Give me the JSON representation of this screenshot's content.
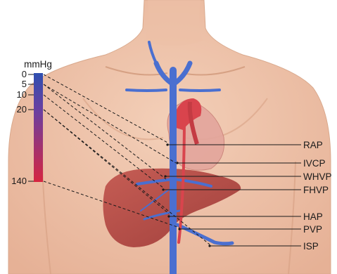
{
  "scale": {
    "unit": "mmHg",
    "ticks": [
      {
        "label": "0",
        "value": 0
      },
      {
        "label": "5",
        "value": 5
      },
      {
        "label": "10",
        "value": 10
      },
      {
        "label": "20",
        "value": 20
      },
      {
        "label": "140",
        "value": 140
      }
    ],
    "gradient_top_color": "#2f4fb0",
    "gradient_bottom_color": "#d62540"
  },
  "labels": [
    {
      "text": "RAP"
    },
    {
      "text": "IVCP"
    },
    {
      "text": "WHVP"
    },
    {
      "text": "FHVP"
    },
    {
      "text": "HAP"
    },
    {
      "text": "PVP"
    },
    {
      "text": "ISP"
    }
  ],
  "colors": {
    "skin": "#f1c9b0",
    "skin_shadow": "#e3ae92",
    "vein": "#4a6fd0",
    "artery": "#d9444d",
    "liver": "#b9423f"
  }
}
